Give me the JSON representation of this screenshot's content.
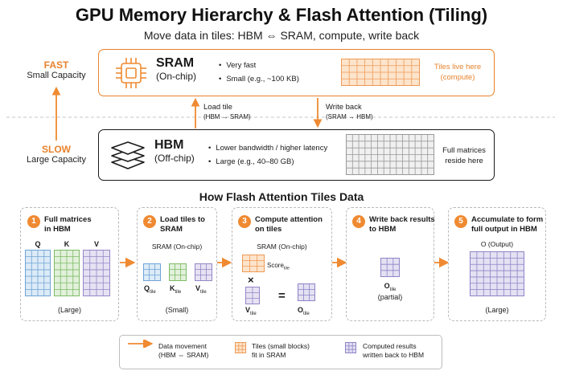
{
  "title": "GPU Memory Hierarchy & Flash Attention (Tiling)",
  "subtitle": "Move data in tiles: HBM ⇔ SRAM, compute, write back",
  "speed": {
    "fast_label": "FAST",
    "fast_sub": "Small Capacity",
    "slow_label": "SLOW",
    "slow_sub": "Large Capacity"
  },
  "sram": {
    "name": "SRAM",
    "sub": "(On-chip)",
    "bullets": [
      "Very fast",
      "Small (e.g., ~100 KB)"
    ],
    "note_line1": "Tiles live here",
    "note_line2": "(compute)"
  },
  "hbm": {
    "name": "HBM",
    "sub": "(Off-chip)",
    "bullets": [
      "Lower bandwidth / higher latency",
      "Large (e.g., 40–80 GB)"
    ],
    "note_line1": "Full matrices",
    "note_line2": "reside here"
  },
  "flow": {
    "load_label": "Load tile",
    "load_sub": "(HBM → SRAM)",
    "write_label": "Write back",
    "write_sub": "(SRAM → HBM)"
  },
  "section_title": "How Flash Attention Tiles Data",
  "steps": [
    {
      "num": "1",
      "title1": "Full matrices",
      "title2": "in HBM",
      "labels": [
        "Q",
        "K",
        "V"
      ],
      "caption": "(Large)"
    },
    {
      "num": "2",
      "title1": "Load tiles to",
      "title2": "SRAM",
      "area": "SRAM (On-chip)",
      "tiles": [
        "Q",
        "K",
        "V"
      ],
      "tile_sub": "tile",
      "caption": "(Small)"
    },
    {
      "num": "3",
      "title1": "Compute attention",
      "title2": "on tiles",
      "area": "SRAM (On-chip)",
      "score": "Score",
      "score_sub": "tile",
      "times": "×",
      "equals": "=",
      "v": "V",
      "o": "O",
      "tile_sub": "tile"
    },
    {
      "num": "4",
      "title1": "Write back results",
      "title2": "to HBM",
      "o": "O",
      "tile_sub": "tile",
      "caption": "(partial)"
    },
    {
      "num": "5",
      "title1": "Accumulate to form",
      "title2": "full output in HBM",
      "area": "O (Output)",
      "caption": "(Large)"
    }
  ],
  "legend": {
    "movement1": "Data movement",
    "movement2": "(HBM ⇔ SRAM)",
    "tiles1": "Tiles (small blocks)",
    "tiles2": "fit in SRAM",
    "results1": "Computed results",
    "results2": "written back to HBM"
  },
  "colors": {
    "accent": "#ef8a32",
    "q_fill": "#dcebf7",
    "q_stroke": "#6fa3d6",
    "k_fill": "#e2f1db",
    "k_stroke": "#7dba65",
    "v_fill": "#e7e2f3",
    "v_stroke": "#9486c6",
    "tile_fill": "#fde4cc",
    "tile_stroke": "#ee9a55",
    "out_fill": "#e4e1f3",
    "out_stroke": "#8d84c6",
    "hbm_fill": "#f0f0f0",
    "hbm_stroke": "#999999"
  }
}
